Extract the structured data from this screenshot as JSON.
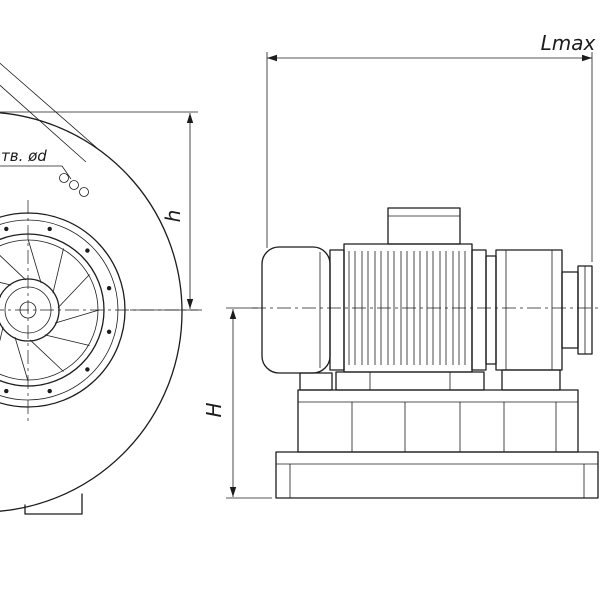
{
  "drawing": {
    "labels": {
      "lmax": "Lmax",
      "h": "h",
      "H": "H",
      "holes_note": "тв. ød"
    },
    "colors": {
      "line": "#1c1c1c",
      "background": "#ffffff"
    }
  }
}
